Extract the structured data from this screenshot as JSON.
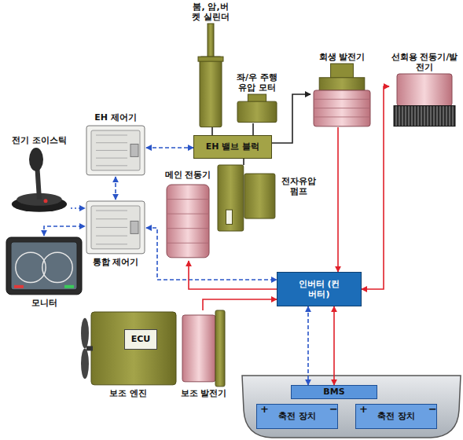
{
  "diagram": {
    "nodes": [
      {
        "text": [
          "붐, 암,버켓 실린더"
        ]
      },
      {
        "text": [
          "좌/우 주행 유압 모터"
        ]
      },
      {
        "text": [
          "회생 발전기"
        ]
      },
      {
        "text": [
          "선회용 전동기/발전기"
        ]
      },
      {
        "text": [
          "전기 조이스틱"
        ]
      },
      {
        "text": [
          "EH 제어기"
        ]
      },
      {
        "text": [
          "EH 밸브 블럭"
        ]
      },
      {
        "text": [
          "메인 전동기"
        ]
      },
      {
        "text": [
          "전자유압 펌프"
        ]
      },
      {
        "text": [
          "통합 제어기"
        ]
      },
      {
        "text": [
          "모니터"
        ]
      },
      {
        "text": [
          "인버터 (컨버터)"
        ]
      },
      {
        "text": [
          "보조 엔진"
        ]
      },
      {
        "text": [
          "ECU"
        ],
        "in": 12
      },
      {
        "text": [
          "보조 발전기"
        ]
      },
      {
        "text": [
          "BMS"
        ]
      },
      {
        "text": [
          "축전 장치"
        ]
      },
      {
        "text": [
          "축전 장치"
        ]
      }
    ],
    "edges": [
      {
        "from": 5,
        "to": 6,
        "arrow": "both"
      },
      {
        "from": 5,
        "to": 9,
        "arrow": "both"
      },
      {
        "from": 4,
        "to": 9,
        "arrow": "to"
      },
      {
        "from": 10,
        "to": 9,
        "arrow": "both"
      },
      {
        "from": 9,
        "to": 11,
        "arrow": "both"
      },
      {
        "from": 6,
        "to": 0,
        "arrow": "none"
      },
      {
        "from": 6,
        "to": 1,
        "arrow": "none"
      },
      {
        "from": 6,
        "to": 2,
        "arrow": "to"
      },
      {
        "from": 6,
        "to": 8,
        "arrow": "none"
      },
      {
        "from": 11,
        "to": 7,
        "arrow": "to"
      },
      {
        "from": 2,
        "to": 11,
        "arrow": "to"
      },
      {
        "from": 11,
        "to": 3,
        "arrow": "both"
      },
      {
        "from": 14,
        "to": 11,
        "arrow": "to"
      },
      {
        "from": 11,
        "to": 15,
        "arrow": "both"
      },
      {
        "from": 11,
        "to": 15,
        "arrow": "both"
      }
    ],
    "labels": [
      "+",
      "−",
      "+",
      "−"
    ]
  }
}
